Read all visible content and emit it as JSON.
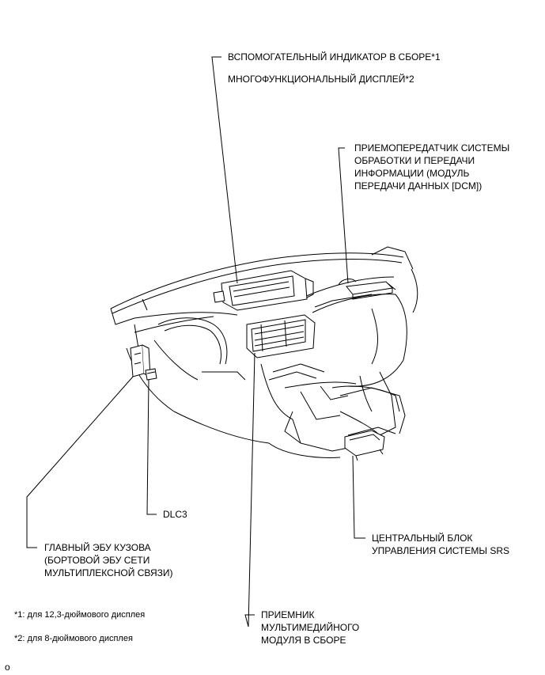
{
  "labels": {
    "aux_indicator": "ВСПОМОГАТЕЛЬНЫЙ ИНДИКАТОР В СБОРЕ*1",
    "multi_display": "МНОГОФУНКЦИОНАЛЬНЫЙ ДИСПЛЕЙ*2",
    "dcm": "ПРИЕМОПЕРЕДАТЧИК СИСТЕМЫ\nОБРАБОТКИ И ПЕРЕДАЧИ\nИНФОРМАЦИИ (МОДУЛЬ\nПЕРЕДАЧИ ДАННЫХ [DCM])",
    "dlc3": "DLC3",
    "srs": "ЦЕНТРАЛЬНЫЙ БЛОК\nУПРАВЛЕНИЯ СИСТЕМЫ SRS",
    "body_ecu": "ГЛАВНЫЙ ЭБУ КУЗОВА\n(БОРТОВОЙ ЭБУ СЕТИ\nМУЛЬТИПЛЕКСНОЙ СВЯЗИ)",
    "radio": "ПРИЕМНИК\nМУЛЬТИМЕДИЙНОГО\nМОДУЛЯ В СБОРЕ"
  },
  "footnotes": {
    "note1": "*1: для 12,3-дюймового дисплея",
    "note2": "*2: для 8-дюймового дисплея"
  },
  "corner_mark": "o"
}
